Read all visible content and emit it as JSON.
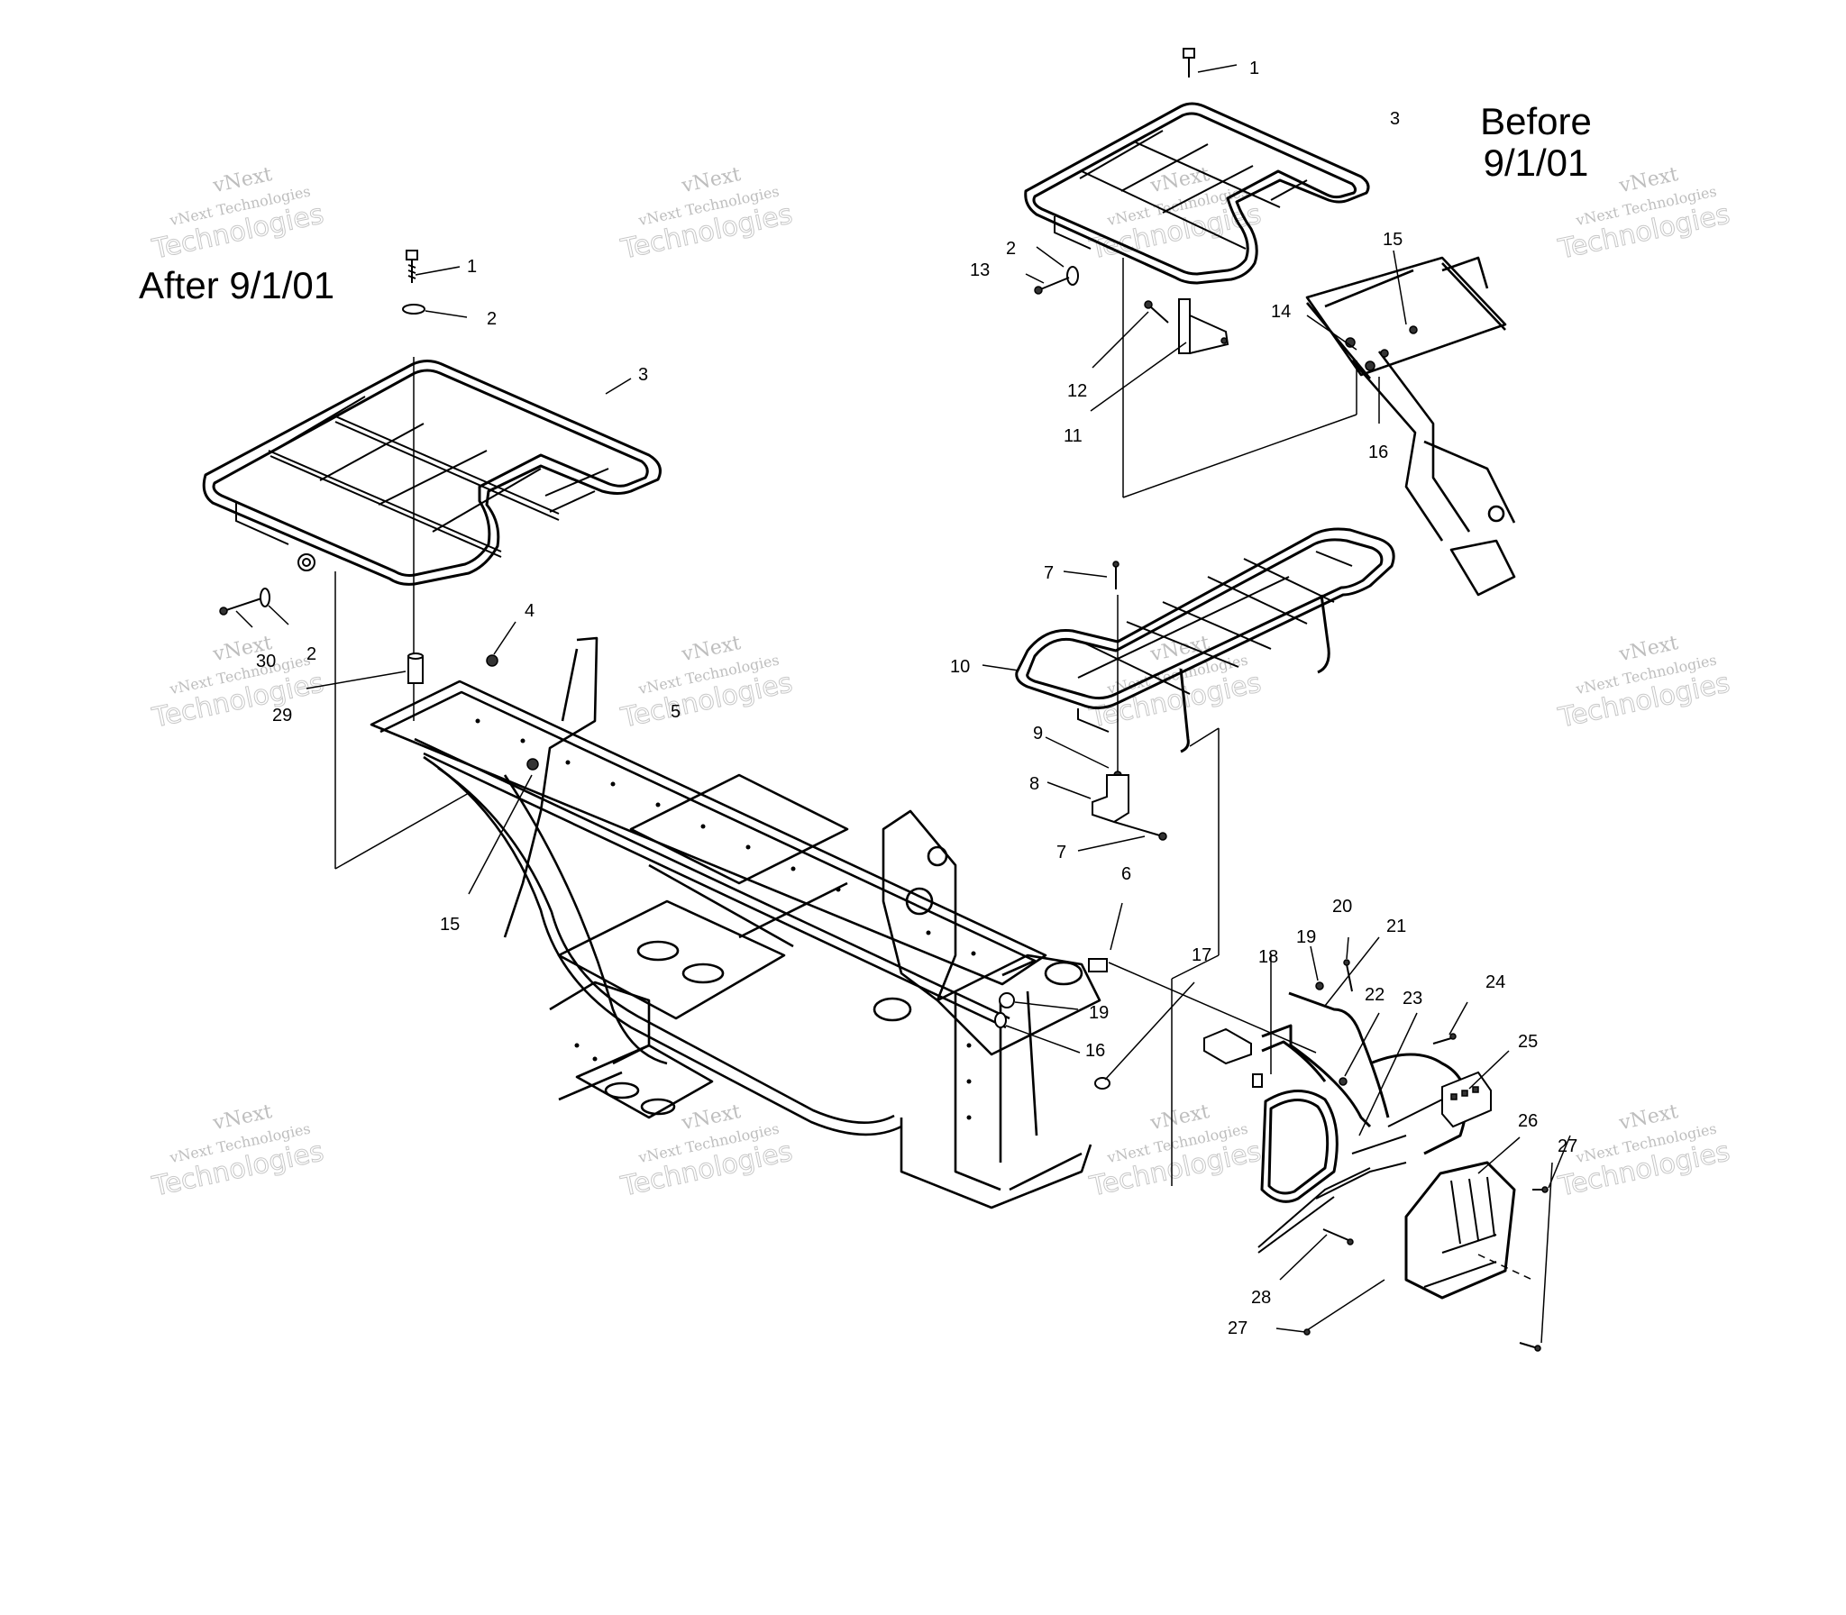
{
  "headings": {
    "after": "After 9/1/01",
    "before_line1": "Before",
    "before_line2": "9/1/01"
  },
  "watermark": {
    "line1": "vNext",
    "line2": "vNext Technologies",
    "line3": "Technologies"
  },
  "part_labels": {
    "a1": "1",
    "a2": "2",
    "a3": "3",
    "a2b": "2",
    "a30": "30",
    "a29": "29",
    "a4": "4",
    "a5": "5",
    "a15": "15",
    "b1": "1",
    "b3": "3",
    "b2": "2",
    "b13": "13",
    "b12": "12",
    "b11": "11",
    "b14": "14",
    "b15": "15",
    "b16": "16",
    "c7": "7",
    "c10": "10",
    "c9": "9",
    "c8": "8",
    "c7b": "7",
    "d6": "6",
    "d19": "19",
    "d16": "16",
    "d17": "17",
    "d18": "18",
    "d19b": "19",
    "d20": "20",
    "d21": "21",
    "d22": "22",
    "d23": "23",
    "d24": "24",
    "d25": "25",
    "d26": "26",
    "d27": "27",
    "d28": "28",
    "d27b": "27"
  }
}
